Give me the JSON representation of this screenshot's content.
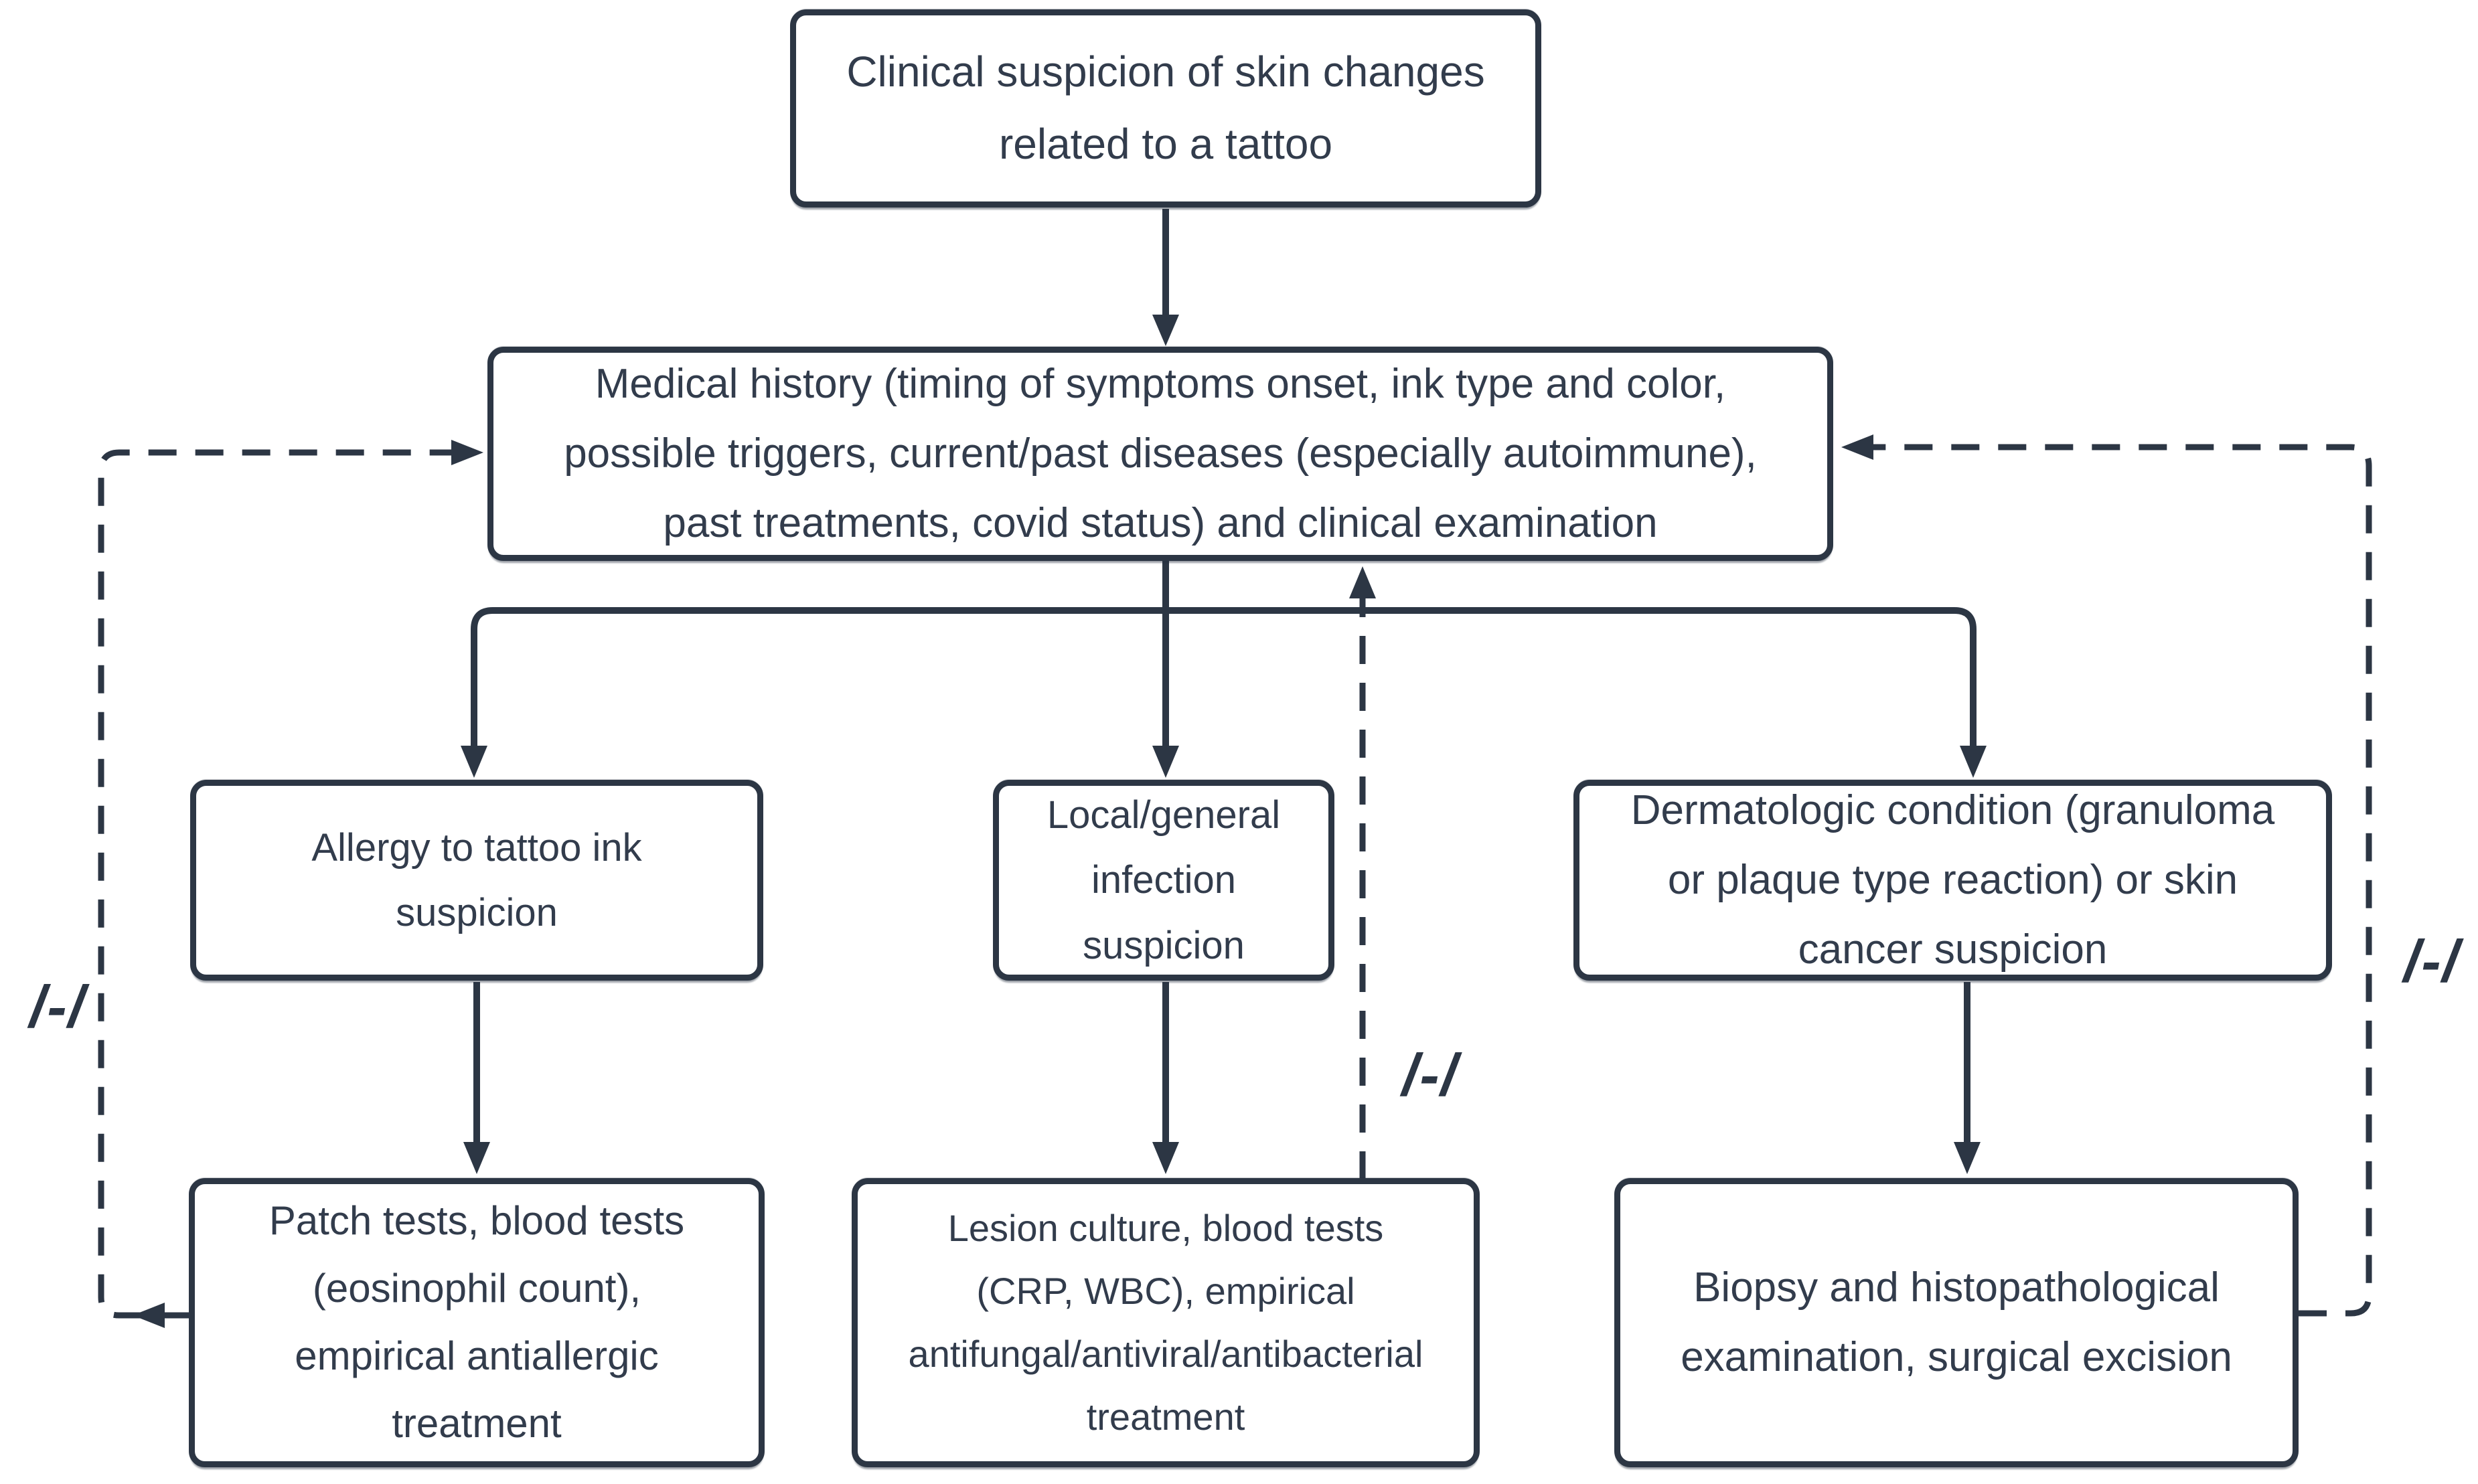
{
  "diagram_type": "flowchart",
  "colors": {
    "line": "#2c3644",
    "text": "#323c4c",
    "background": "#ffffff"
  },
  "nodes": {
    "clinical_suspicion": {
      "lines": [
        "Clinical suspicion of skin changes",
        "related to a tattoo"
      ]
    },
    "medical_history": {
      "lines": [
        "Medical history (timing of symptoms onset, ink type and color,",
        "possible triggers, current/past diseases (especially autoimmune),",
        "past treatments, covid status) and clinical examination"
      ]
    },
    "allergy_suspicion": {
      "lines": [
        "Allergy to tattoo ink",
        "suspicion"
      ]
    },
    "infection_suspicion": {
      "lines": [
        "Local/general",
        "infection",
        "suspicion"
      ]
    },
    "dermatologic_condition": {
      "lines": [
        "Dermatologic condition (granuloma",
        "or plaque type reaction) or skin",
        "cancer suspicion"
      ]
    },
    "patch_tests": {
      "lines": [
        "Patch tests, blood tests",
        "(eosinophil count),",
        "empirical antiallergic",
        "treatment"
      ]
    },
    "lesion_culture": {
      "lines": [
        "Lesion culture, blood tests",
        "(CRP, WBC), empirical",
        "antifungal/antiviral/antibacterial",
        "treatment"
      ]
    },
    "biopsy": {
      "lines": [
        "Biopsy and histopathological",
        "examination, surgical excision"
      ]
    }
  },
  "labels": {
    "left_feedback": "/-/",
    "middle_feedback": "/-/",
    "right_feedback": "/-/"
  },
  "edges": [
    {
      "from": "clinical_suspicion",
      "to": "medical_history",
      "style": "solid-arrow"
    },
    {
      "from": "medical_history",
      "to": "allergy_suspicion",
      "style": "solid-arrow"
    },
    {
      "from": "medical_history",
      "to": "infection_suspicion",
      "style": "solid-arrow"
    },
    {
      "from": "medical_history",
      "to": "dermatologic_condition",
      "style": "solid-arrow"
    },
    {
      "from": "allergy_suspicion",
      "to": "patch_tests",
      "style": "solid-arrow"
    },
    {
      "from": "infection_suspicion",
      "to": "lesion_culture",
      "style": "solid-arrow"
    },
    {
      "from": "dermatologic_condition",
      "to": "biopsy",
      "style": "solid-arrow"
    },
    {
      "from": "patch_tests",
      "to": "medical_history",
      "style": "dashed-arrow",
      "label": "/-/"
    },
    {
      "from": "lesion_culture",
      "to": "medical_history",
      "style": "dashed-arrow",
      "label": "/-/"
    },
    {
      "from": "biopsy",
      "to": "medical_history",
      "style": "dashed-arrow",
      "label": "/-/"
    }
  ]
}
